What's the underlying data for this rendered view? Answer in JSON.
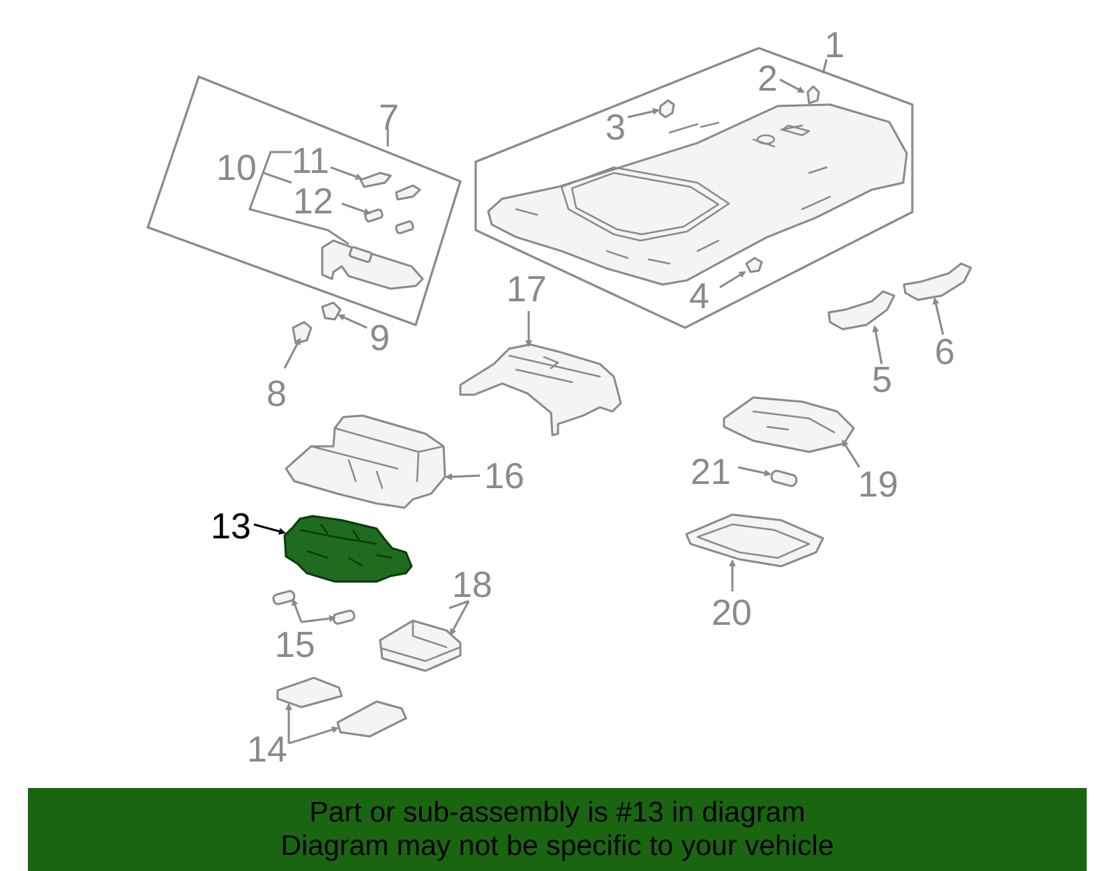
{
  "callouts": [
    "1",
    "2",
    "3",
    "4",
    "5",
    "6",
    "7",
    "8",
    "9",
    "10",
    "11",
    "12",
    "13",
    "14",
    "15",
    "16",
    "17",
    "18",
    "19",
    "20",
    "21"
  ],
  "highlighted_part": "13",
  "colors": {
    "highlight_fill": "#1f6b1f",
    "line_gray": "#8a8a8a",
    "banner_bg": "#1a6610"
  },
  "banner": {
    "line1": "Part or sub-assembly is #13 in diagram",
    "line2": "Diagram may not be specific to your vehicle"
  }
}
